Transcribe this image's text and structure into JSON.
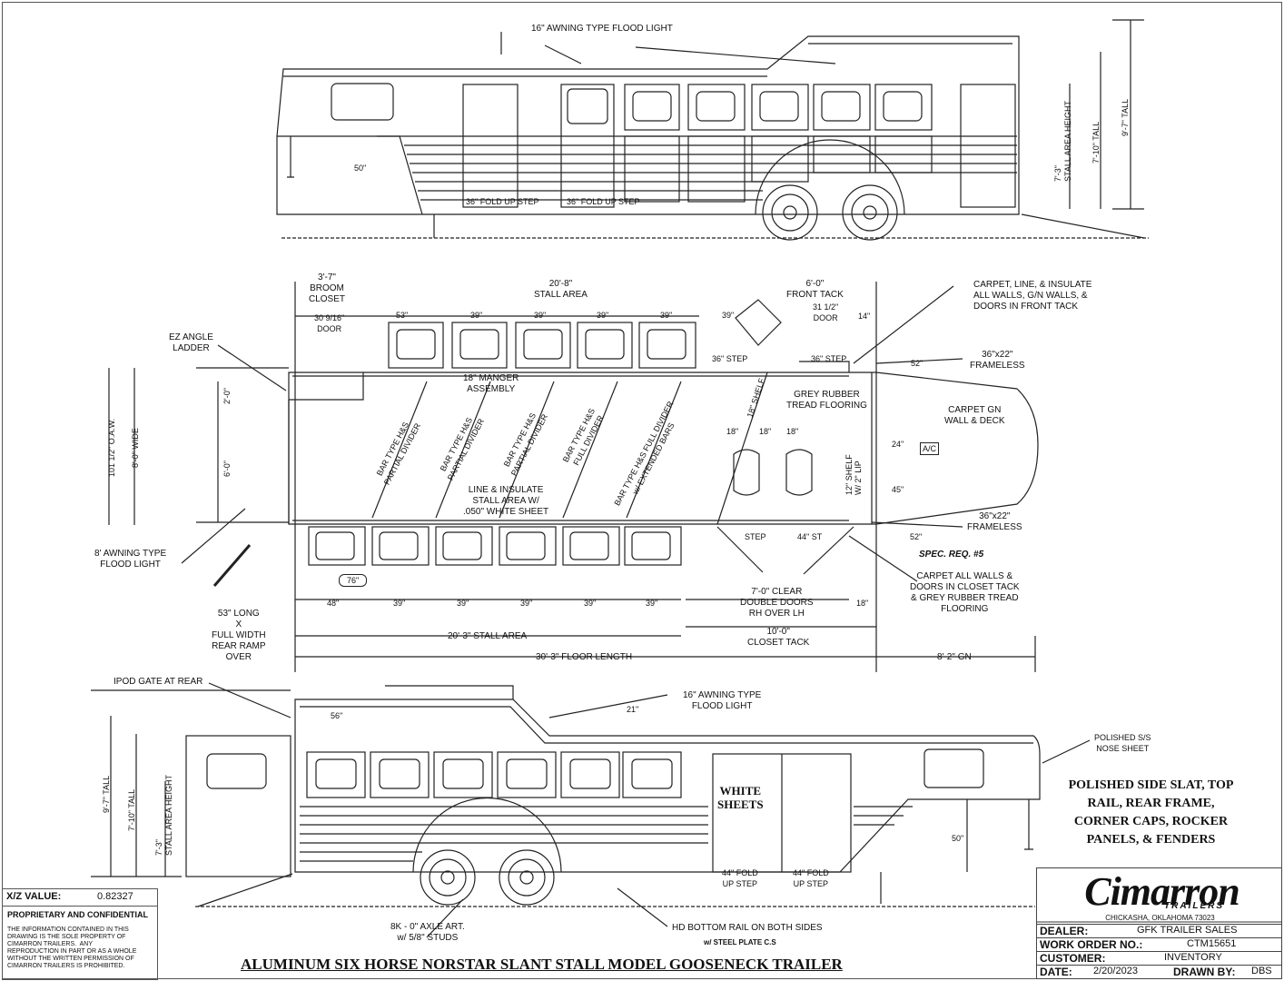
{
  "title": "ALUMINUM SIX HORSE NORSTAR SLANT STALL MODEL GOOSENECK TRAILER",
  "xz": {
    "label": "X/Z VALUE:",
    "value": "0.82327"
  },
  "proprietary": {
    "heading": "PROPRIETARY AND CONFIDENTIAL",
    "body": "THE INFORMATION CONTAINED IN THIS\nDRAWING IS THE SOLE PROPERTY OF\nCIMARRON TRAILERS.  ANY\nREPRODUCTION IN PART OR AS A WHOLE\nWITHOUT THE WRITTEN PERMISSION OF\nCIMARRON TRAILERS IS PROHIBITED."
  },
  "title_block": {
    "logo": "Cimarron",
    "logo_sub": "TRAILERS",
    "address": "CHICKASHA, OKLAHOMA 73023",
    "dealer_label": "DEALER:",
    "dealer": "GFK TRAILER SALES",
    "work_order_label": "WORK ORDER NO.:",
    "work_order": "CTM15651",
    "customer_label": "CUSTOMER:",
    "customer": "INVENTORY",
    "date_label": "DATE:",
    "date": "2/20/2023",
    "drawn_label": "DRAWN BY:",
    "drawn": "DBS"
  },
  "finish_notes": "POLISHED SIDE SLAT, TOP RAIL, REAR FRAME, CORNER CAPS, ROCKER PANELS, & FENDERS",
  "top_view": {
    "flood_light": "16\" AWNING TYPE\nFLOOD LIGHT",
    "step1": "36\" FOLD\nUP STEP",
    "step2": "36\" FOLD\nUP STEP",
    "d50": "50\"",
    "stall_h": "7'-3\"\nSTALL AREA HEIGHT",
    "tall1": "7'-10\" TALL",
    "tall2": "9'-7\" TALL"
  },
  "plan_view": {
    "broom": "3'-7\"\nBROOM\nCLOSET",
    "broom_door": "30 9/16\"\nDOOR",
    "stall_top": "20'-8\"\nSTALL AREA",
    "front_tack": "6'-0\"\nFRONT TACK",
    "tack_door": "31 1/2\"\nDOOR",
    "d14": "14\"",
    "carpet1": "CARPET, LINE, & INSULATE\nALL WALLS, G/N WALLS, &\nDOORS IN FRONT TACK",
    "ez": "EZ ANGLE\nLADDER",
    "top_dims": [
      "53\"",
      "39\"",
      "39\"",
      "39\"",
      "39\"",
      "39\""
    ],
    "step_top": "36\" STEP",
    "step_top2": "36\" STEP",
    "d52a": "52\"",
    "frameless1": "36\"x22\"\nFRAMELESS",
    "manger": "18\" MANGER\nASSEMBLY",
    "grey": "GREY RUBBER\nTREAD FLOORING",
    "carpet_gn": "CARPET GN\nWALL & DECK",
    "oaw": "101 1/2\" O.A.W.",
    "wide": "8'-0\" WIDE",
    "v20": "2'-0\"",
    "v60": "6'-0\"",
    "dividers": [
      "BAR TYPE H&S\nPARTIAL DIVIDER",
      "BAR TYPE H&S\nPARTIAL DIVIDER",
      "BAR TYPE H&S\nPARTIAL DIVIDER",
      "BAR TYPE H&S\nFULL DIVIDER",
      "BAR TYPE H&S FULL DIVIDER\nw/ EXTENDED BARS"
    ],
    "line_ins": "LINE & INSULATE\nSTALL AREA W/\n.050\" WHITE SHEET",
    "shelf18": "18\" SHELF",
    "d18a": "18\"",
    "d18b": "18\"",
    "d18c": "18\"",
    "d24": "24\"",
    "ac": "A/C",
    "d45": "45\"",
    "shelf12": "12\" SHELF\nW/ 2\" LIP",
    "step_bot": "STEP",
    "d44": "44\" ST",
    "d52b": "52\"",
    "frameless2": "36\"x22\"\nFRAMELESS",
    "spec": "SPEC. REQ. #5",
    "awning8": "8' AWNING TYPE\nFLOOD LIGHT",
    "ramp": "53\" LONG\nX\nFULL WIDTH\nREAR RAMP\nOVER",
    "d76": "76\"",
    "bot_dims": [
      "48\"",
      "39\"",
      "39\"",
      "39\"",
      "39\"",
      "39\""
    ],
    "double_doors": "7'-0\" CLEAR\nDOUBLE DOORS\nRH OVER LH",
    "d18d": "18\"",
    "carpet2": "CARPET ALL WALLS &\nDOORS IN CLOSET TACK\n& GREY RUBBER TREAD\nFLOORING",
    "stall_bot": "20'-3\" STALL AREA",
    "closet_tack": "10'-0\"\nCLOSET TACK",
    "floor_len": "30'-3\" FLOOR LENGTH",
    "gn": "8'-2\" GN"
  },
  "bottom_view": {
    "ipod": "IPOD GATE AT REAR",
    "d56": "56\"",
    "d21": "21\"",
    "flood16": "16\" AWNING TYPE\nFLOOD LIGHT",
    "nose": "POLISHED S/S\nNOSE SHEET",
    "white": "WHITE\nSHEETS",
    "step44a": "44\" FOLD\nUP STEP",
    "step44b": "44\" FOLD\nUP STEP",
    "d50": "50\"",
    "axle": "8K - 0\" AXLE ART.\nw/ 5/8\" STUDS",
    "rail": "HD BOTTOM RAIL ON BOTH SIDES",
    "plate": "w/ STEEL PLATE C.S",
    "tall1": "9'-7\" TALL",
    "tall2": "7'-10\" TALL",
    "stall_h": "7'-3\"\nSTALL AREA HEIGHT"
  }
}
